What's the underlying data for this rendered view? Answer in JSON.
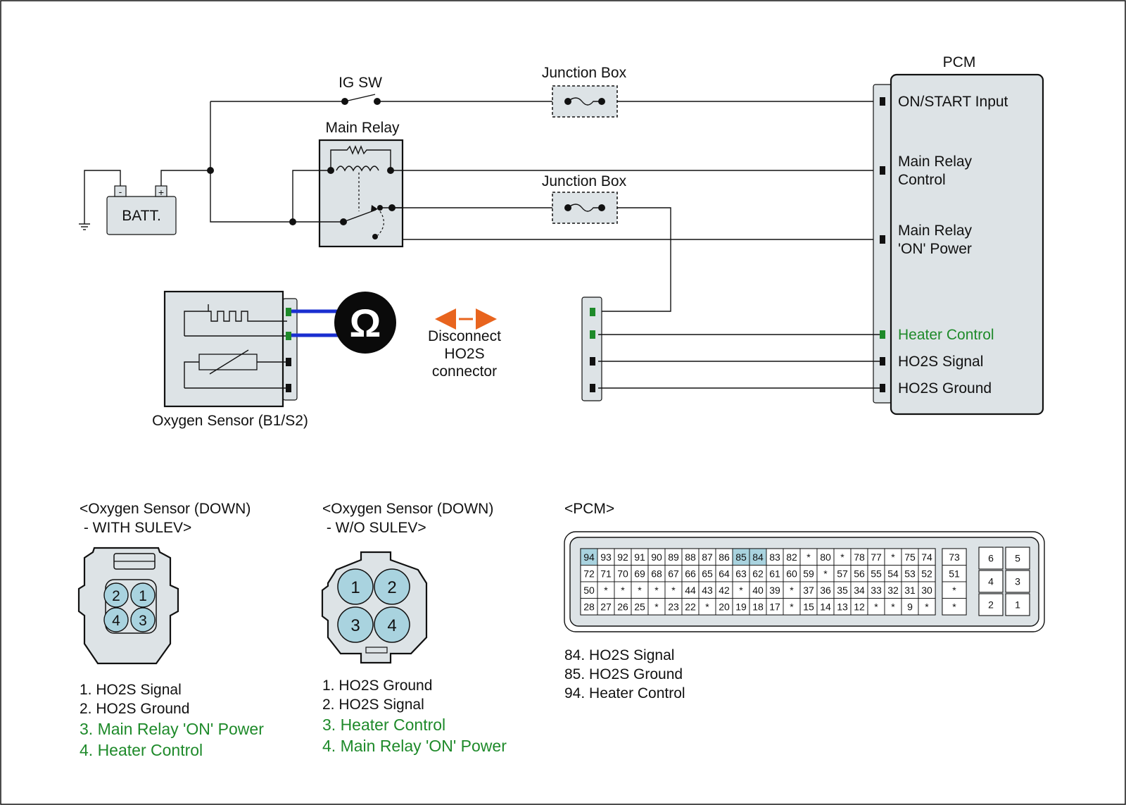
{
  "labels": {
    "pcm_title": "PCM",
    "ig_sw": "IG SW",
    "junction_box_1": "Junction Box",
    "junction_box_2": "Junction Box",
    "main_relay": "Main Relay",
    "batt": "BATT.",
    "batt_minus": "-",
    "batt_plus": "+",
    "oxygen_sensor": "Oxygen Sensor (B1/S2)",
    "ohm": "Ω",
    "disconnect_lines": [
      "Disconnect",
      "HO2S",
      "connector"
    ]
  },
  "pcm_terminals": [
    {
      "lines": [
        "ON/START Input"
      ],
      "green": false
    },
    {
      "lines": [
        "Main Relay",
        "Control"
      ],
      "green": false
    },
    {
      "lines": [
        "Main Relay",
        "'ON' Power"
      ],
      "green": false
    },
    {
      "lines": [
        "Heater Control"
      ],
      "green": true
    },
    {
      "lines": [
        "HO2S  Signal"
      ],
      "green": false
    },
    {
      "lines": [
        "HO2S  Ground"
      ],
      "green": false
    }
  ],
  "connector_with_sulev": {
    "title_lines": [
      "<Oxygen Sensor (DOWN)",
      " - WITH SULEV>"
    ],
    "pins": [
      "2",
      "1",
      "4",
      "3"
    ],
    "legend": [
      {
        "text": "1. HO2S  Signal",
        "green": false
      },
      {
        "text": "2. HO2S  Ground",
        "green": false
      },
      {
        "text": "3. Main Relay  'ON' Power",
        "green": true
      },
      {
        "text": "4. Heater Control",
        "green": true
      }
    ]
  },
  "connector_wo_sulev": {
    "title_lines": [
      "<Oxygen Sensor (DOWN)",
      " -  W/O SULEV>"
    ],
    "pins": [
      "1",
      "2",
      "3",
      "4"
    ],
    "legend": [
      {
        "text": "1. HO2S  Ground",
        "green": false
      },
      {
        "text": "2. HO2S  Signal",
        "green": false
      },
      {
        "text": "3. Heater Control",
        "green": true
      },
      {
        "text": "4. Main Relay  'ON' Power",
        "green": true
      }
    ]
  },
  "pcm_connector": {
    "title": "<PCM>",
    "rows": [
      [
        "94",
        "93",
        "92",
        "91",
        "90",
        "89",
        "88",
        "87",
        "86",
        "85",
        "84",
        "83",
        "82",
        "*",
        "80",
        "*",
        "78",
        "77",
        "*",
        "75",
        "74"
      ],
      [
        "72",
        "71",
        "70",
        "69",
        "68",
        "67",
        "66",
        "65",
        "64",
        "63",
        "62",
        "61",
        "60",
        "59",
        "*",
        "57",
        "56",
        "55",
        "54",
        "53",
        "52"
      ],
      [
        "50",
        "*",
        "*",
        "*",
        "*",
        "*",
        "44",
        "43",
        "42",
        "*",
        "40",
        "39",
        "*",
        "37",
        "36",
        "35",
        "34",
        "33",
        "32",
        "31",
        "30"
      ],
      [
        "28",
        "27",
        "26",
        "25",
        "*",
        "23",
        "22",
        "*",
        "20",
        "19",
        "18",
        "17",
        "*",
        "15",
        "14",
        "13",
        "12",
        "*",
        "*",
        "9",
        "*"
      ]
    ],
    "side_col": [
      "73",
      "51",
      "*",
      "*"
    ],
    "right_block": [
      [
        "6",
        "5"
      ],
      [
        "4",
        "3"
      ],
      [
        "2",
        "1"
      ]
    ],
    "highlighted": [
      "94",
      "85",
      "84"
    ],
    "legend": [
      "84. HO2S  Signal",
      "85. HO2S  Ground",
      "94. Heater Control"
    ]
  },
  "colors": {
    "green": "#1e8a2a",
    "blue_wire": "#1a2fd0",
    "orange": "#e8641e",
    "pin_fill": "#a9d3df",
    "box_fill": "#dde3e6"
  }
}
